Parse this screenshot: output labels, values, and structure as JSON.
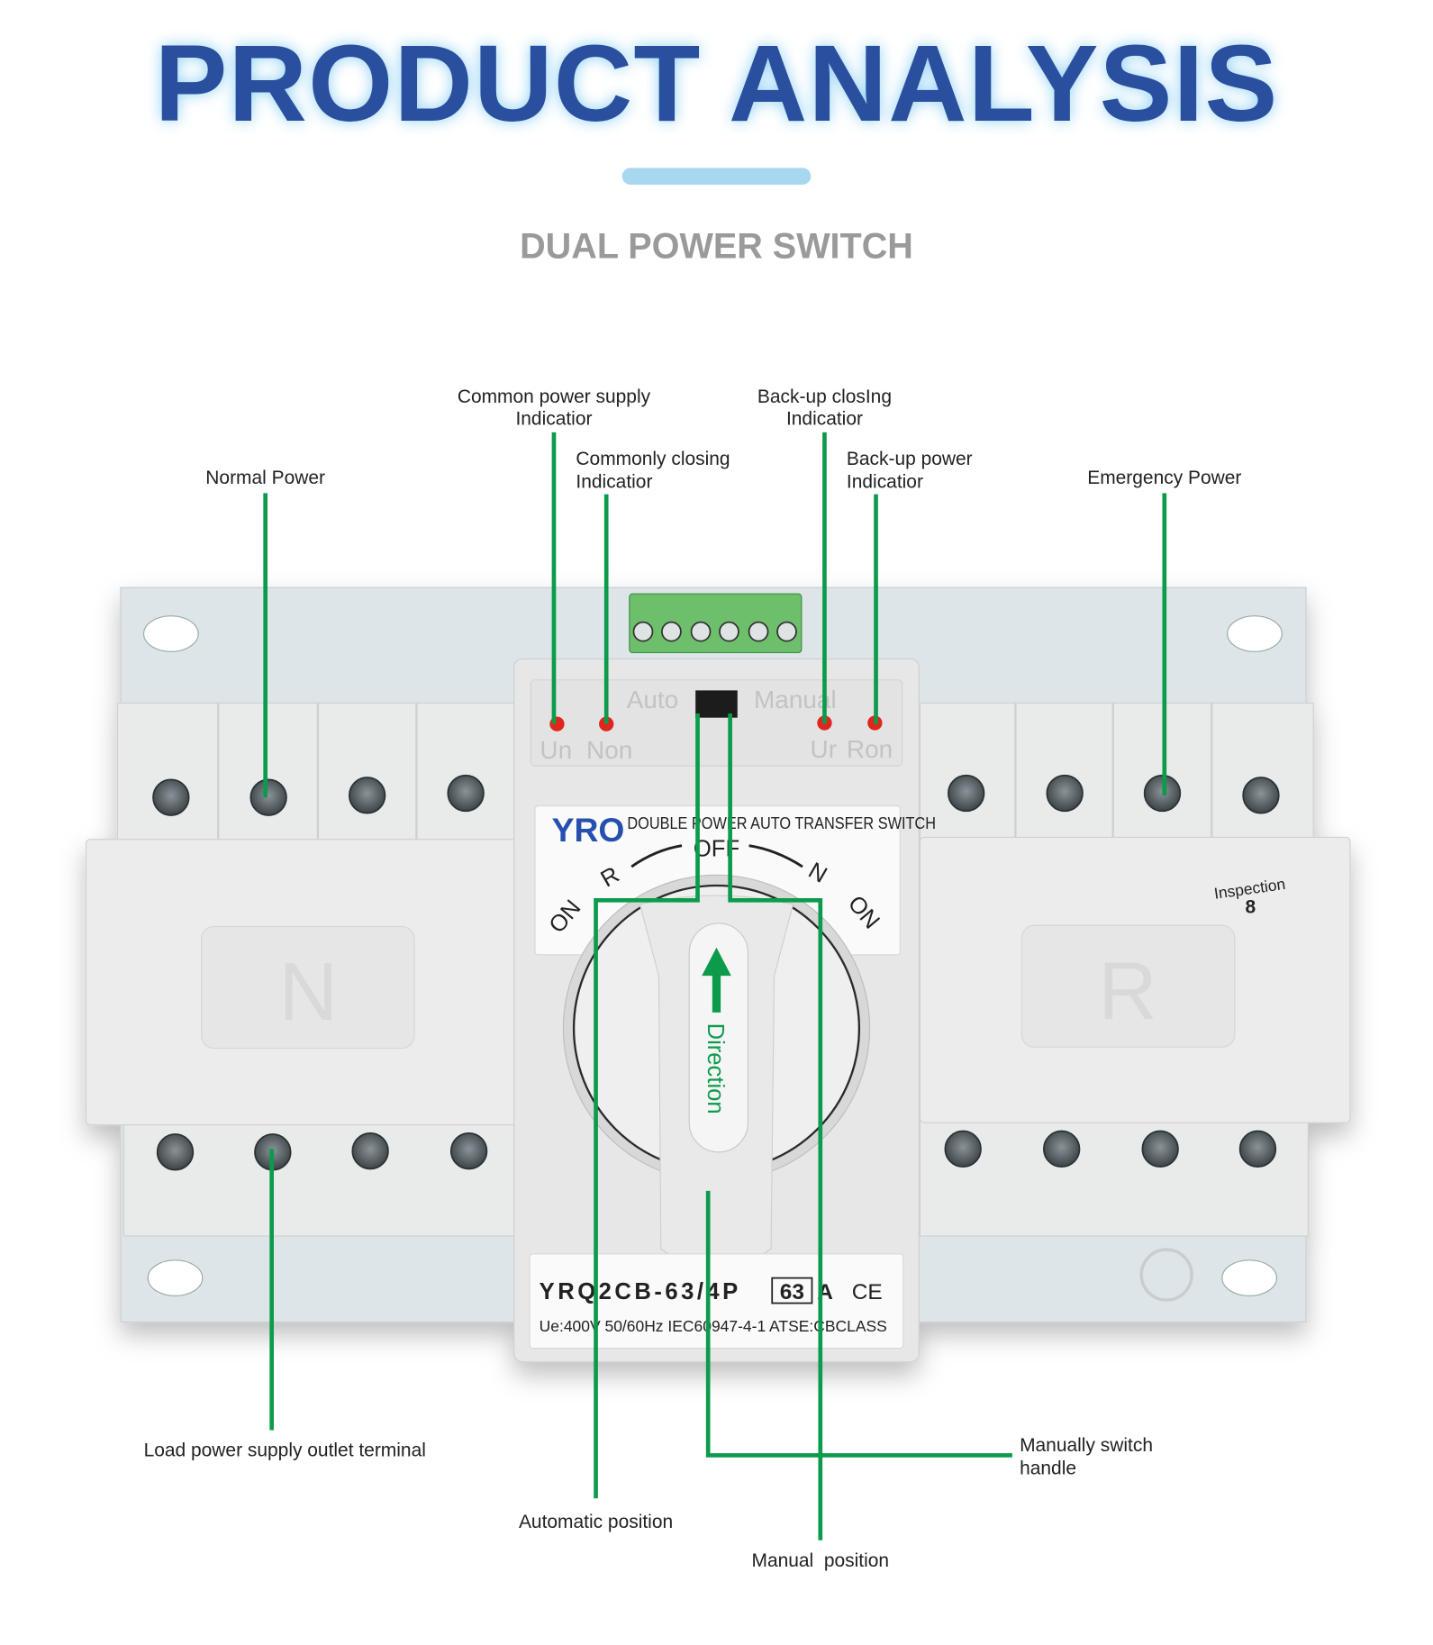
{
  "header": {
    "title": "PRODUCT ANALYSIS",
    "subtitle": "DUAL POWER SWITCH"
  },
  "callouts": {
    "normal_power": "Normal Power",
    "common_supply_1": "Common power supply",
    "common_supply_2": "Indicatior",
    "commonly_closing_1": "Commonly closing",
    "commonly_closing_2": "Indicatior",
    "backup_closing_1": "Back-up closIng",
    "backup_closing_2": "Indicatior",
    "backup_power_1": "Back-up power",
    "backup_power_2": "Indicatior",
    "emergency_power": "Emergency Power",
    "load_terminal": "Load power supply outlet terminal",
    "automatic_position": "Automatic position",
    "manual_position": "Manual  position",
    "manual_handle_1": "Manually switch",
    "manual_handle_2": "handle"
  },
  "device": {
    "auto": "Auto",
    "manual": "Manual",
    "un": "Un",
    "non": "Non",
    "ur": "Ur",
    "ron": "Ron",
    "brand": "YRO",
    "panel_title": "DOUBLE POWER AUTO TRANSFER SWITCH",
    "off": "OFF",
    "r": "R",
    "n": "N",
    "on_left": "ON",
    "on_right": "ON",
    "direction": "Direction",
    "left_letter": "N",
    "right_letter": "R",
    "inspection": "Inspection",
    "inspection_no": "8",
    "model": "YRQ2CB-63/4P",
    "rating": "63",
    "unit": "A",
    "ce": "CE",
    "spec": "Ue:400V 50/60Hz IEC60947-4-1 ATSE:CBCLASS"
  },
  "colors": {
    "title": "#2a4f9e",
    "accent_bar": "#a8d8f0",
    "leader": "#0b9b4b",
    "led": "#e0271d"
  }
}
